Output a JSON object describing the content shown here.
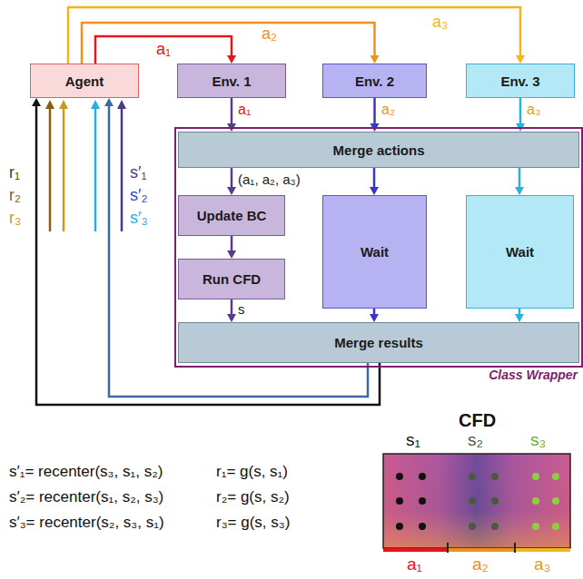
{
  "diagram": {
    "nodes": [
      {
        "text": [
          "Agent"
        ]
      },
      {
        "text": [
          "Env. 1"
        ]
      },
      {
        "text": [
          "Env. 2"
        ]
      },
      {
        "text": [
          "Env. 3"
        ]
      },
      {
        "text": [
          "Class Wrapper"
        ]
      },
      {
        "text": [
          "Merge actions"
        ],
        "in": 4
      },
      {
        "text": [
          "Update BC"
        ],
        "in": 4
      },
      {
        "text": [
          "Wait"
        ],
        "in": 4
      },
      {
        "text": [
          "Wait"
        ],
        "in": 4
      },
      {
        "text": [
          "Run CFD"
        ],
        "in": 4
      },
      {
        "text": [
          "Merge results"
        ],
        "in": 4
      }
    ],
    "edges": [
      {
        "from": 0,
        "to": 1,
        "label": "a₁",
        "arrow": "to"
      },
      {
        "from": 0,
        "to": 2,
        "label": "a₂",
        "arrow": "to"
      },
      {
        "from": 0,
        "to": 3,
        "label": "a₃",
        "arrow": "to"
      },
      {
        "from": 1,
        "to": 5,
        "label": "a₁",
        "arrow": "to"
      },
      {
        "from": 2,
        "to": 5,
        "label": "a₂",
        "arrow": "to"
      },
      {
        "from": 3,
        "to": 5,
        "label": "a₃",
        "arrow": "to"
      },
      {
        "from": 5,
        "to": 6,
        "label": "(a₁, a₂, a₃)",
        "arrow": "to"
      },
      {
        "from": 5,
        "to": 7,
        "arrow": "to"
      },
      {
        "from": 5,
        "to": 8,
        "arrow": "to"
      },
      {
        "from": 6,
        "to": 9,
        "arrow": "to"
      },
      {
        "from": 9,
        "to": 10,
        "label": "s",
        "arrow": "to"
      },
      {
        "from": 7,
        "to": 10,
        "arrow": "to"
      },
      {
        "from": 8,
        "to": 10,
        "arrow": "to"
      },
      {
        "from": 10,
        "to": 0,
        "arrow": "to"
      },
      {
        "from": 10,
        "to": 0,
        "arrow": "to"
      }
    ],
    "labels": [
      "r₁",
      "r₂",
      "r₃",
      "s′₁",
      "s′₂",
      "s′₃",
      "CFD",
      "s₁",
      "s₂",
      "s₃",
      "a₁",
      "a₂",
      "a₃",
      "s′₁= recenter(s₃, s₁, s₂)",
      "s′₂= recenter(s₁, s₂, s₃)",
      "s′₃= recenter(s₂, s₃, s₁)",
      "r₁= g(s, s₁)",
      "r₂= g(s, s₂)",
      "r₃= g(s, s₃)"
    ]
  }
}
